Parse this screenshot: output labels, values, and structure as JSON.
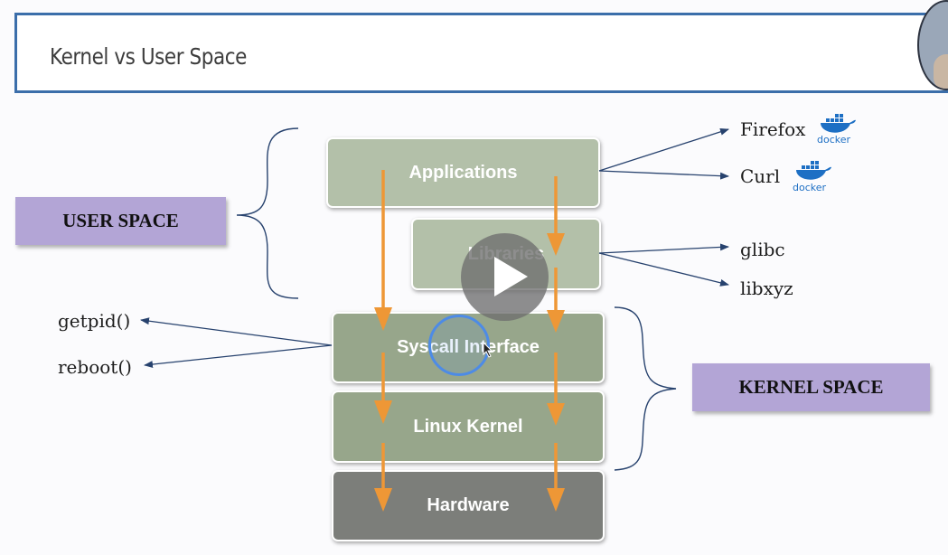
{
  "title": "Kernel vs User Space",
  "layers": {
    "applications": "Applications",
    "libraries": "Libraries",
    "syscall": "Syscall Interface",
    "kernel": "Linux Kernel",
    "hardware": "Hardware"
  },
  "space_labels": {
    "user": "USER SPACE",
    "kernel": "KERNEL SPACE"
  },
  "apps": {
    "firefox": "Firefox",
    "curl": "Curl",
    "docker_word": "docker"
  },
  "libs": {
    "glibc": "glibc",
    "libxyz": "libxyz"
  },
  "syscalls": {
    "getpid": "getpid()",
    "reboot": "reboot()"
  },
  "colors": {
    "title_border": "#3b6eaa",
    "layer_light": "#b3c0a9",
    "layer_mid": "#97a68b",
    "layer_dark": "#7c7e7a",
    "space_label": "#b3a5d6",
    "flow_arrow": "#ee9736",
    "pointer_arrow": "#27426e",
    "docker_blue": "#1d6fc4"
  }
}
